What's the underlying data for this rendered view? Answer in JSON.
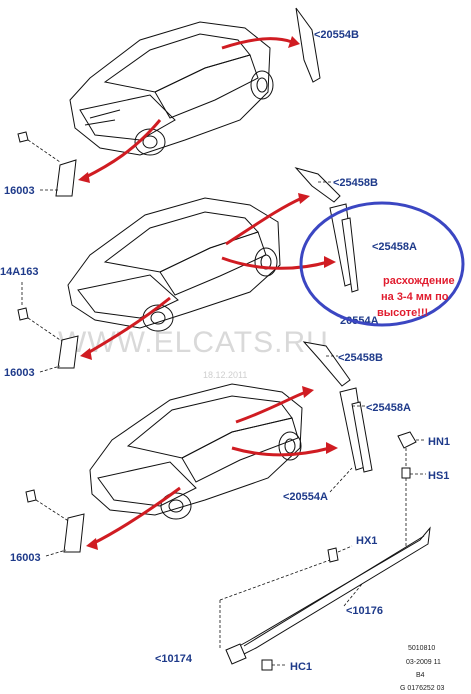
{
  "watermark": {
    "text": "WWW.ELCATS.RU",
    "date": "18.12.2011"
  },
  "labels": {
    "car1_pillar": "<20554B",
    "car1_mirror": "16003",
    "car2_upper": "<25458B",
    "car2_middle": "<25458A",
    "car2_lower": "20554A",
    "car2_clip": "14A163",
    "car2_mirror": "16003",
    "car3_upper": "<25458B",
    "car3_middle": "<25458A",
    "car3_lower": "<20554A",
    "car3_mirror": "16003",
    "hn1": "HN1",
    "hs1": "HS1",
    "hx1": "HX1",
    "p10176": "<10176",
    "p10174": "<10174",
    "hc1": "HC1"
  },
  "note": {
    "line1": "расхождение",
    "line2": "на 3-4 мм по",
    "line3": "высоте!!!",
    "color": "#e11d2f",
    "circle_color": "#3b46c2"
  },
  "diagram_code": {
    "line1": "5010810",
    "line2": "03-2009 11",
    "line3": "B4",
    "line4": "G 0176252 03"
  },
  "colors": {
    "label": "#1e3a8a",
    "arrow": "#d01c22"
  }
}
